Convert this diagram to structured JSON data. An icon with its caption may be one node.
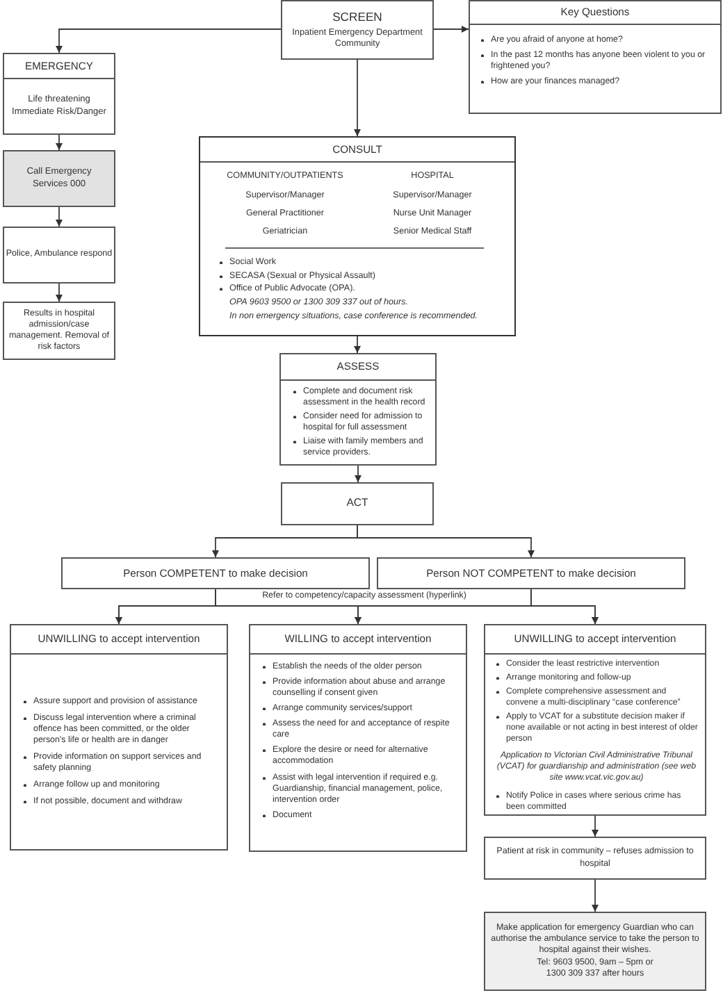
{
  "diagram": {
    "nodes": [
      {
        "text": [
          "SCREEN",
          "Inpatient Emergency Department Community"
        ]
      },
      {
        "text": [
          "Key Questions",
          "Are you afraid of anyone at home?",
          "In the past 12 months has anyone been violent to you or frightened you?",
          "How are your finances managed?"
        ]
      },
      {
        "text": [
          "EMERGENCY",
          "Life threatening Immediate Risk/Danger"
        ]
      },
      {
        "text": [
          "Call Emergency Services 000"
        ]
      },
      {
        "text": [
          "Police, Ambulance respond"
        ]
      },
      {
        "text": [
          "Results in hospital admission/case management. Removal of risk factors"
        ]
      },
      {
        "text": [
          "CONSULT",
          "COMMUNITY/OUTPATIENTS",
          "HOSPITAL",
          "Supervisor/Manager",
          "Supervisor/Manager",
          "General Practitioner",
          "Nurse Unit Manager",
          "Geriatrician",
          "Senior Medical Staff",
          "Social Work",
          "SECASA (Sexual or Physical Assault)",
          "Office of Public Advocate (OPA).",
          "OPA 9603 9500 or 1300 309 337 out of hours.",
          "In non emergency situations, case conference is recommended."
        ]
      },
      {
        "text": [
          "ASSESS",
          "Complete and document risk assessment in the health record",
          "Consider need for admission to hospital for full assessment",
          "Liaise with family members and service providers."
        ]
      },
      {
        "text": [
          "ACT"
        ]
      },
      {
        "text": [
          "Person COMPETENT to make decision"
        ]
      },
      {
        "text": [
          "Person NOT COMPETENT to make decision"
        ]
      },
      {
        "text": [
          "UNWILLING to accept intervention",
          "Assure support and provision of assistance",
          "Discuss legal intervention where a criminal offence has been committed, or the older person’s life or health are in danger",
          "Provide information on support services and safety planning",
          "Arrange follow up and monitoring",
          "If not possible, document and withdraw"
        ]
      },
      {
        "text": [
          "WILLING to accept intervention",
          "Establish the needs of the older person",
          "Provide information about abuse and arrange counselling if consent given",
          "Arrange community services/support",
          "Assess the need for and acceptance of respite care",
          "Explore the desire or need for alternative accommodation",
          "Assist with legal intervention if required e.g. Guardianship, financial management, police, intervention order",
          "Document"
        ]
      },
      {
        "text": [
          "UNWILLING to accept intervention",
          "Consider the least restrictive intervention",
          "Arrange monitoring and follow-up",
          "Complete comprehensive assessment and convene a multi-disciplinary “case conference”",
          "Apply to VCAT for a substitute decision maker if none available or not acting in best interest of older person",
          "Application to Victorian Civil Administrative Tribunal (VCAT) for guardianship and administration (see web site www.vcat.vic.gov.au)",
          "Notify Police in cases where serious crime has been committed"
        ]
      },
      {
        "text": [
          "Patient at risk in community – refuses admission to hospital"
        ]
      },
      {
        "text": [
          "Make application for emergency Guardian who can authorise the ambulance service to take the person to hospital against their wishes.",
          "Tel: 9603 9500, 9am – 5pm or 1300 309 337 after hours"
        ]
      }
    ],
    "edges": [
      {
        "from": 0,
        "to": 2,
        "arrow": "to"
      },
      {
        "from": 0,
        "to": 1,
        "arrow": "to"
      },
      {
        "from": 0,
        "to": 6,
        "arrow": "to"
      },
      {
        "from": 2,
        "to": 3,
        "arrow": "to"
      },
      {
        "from": 3,
        "to": 4,
        "arrow": "to"
      },
      {
        "from": 4,
        "to": 5,
        "arrow": "to"
      },
      {
        "from": 6,
        "to": 7,
        "arrow": "to"
      },
      {
        "from": 7,
        "to": 8,
        "arrow": "to"
      },
      {
        "from": 8,
        "to": 9,
        "arrow": "to"
      },
      {
        "from": 8,
        "to": 10,
        "arrow": "to"
      },
      {
        "from": 9,
        "to": 11,
        "arrow": "to"
      },
      {
        "from": 9,
        "to": 12,
        "arrow": "to"
      },
      {
        "from": 9,
        "to": 13,
        "arrow": "to"
      },
      {
        "from": 10,
        "to": 11,
        "arrow": "to"
      },
      {
        "from": 10,
        "to": 12,
        "arrow": "to"
      },
      {
        "from": 10,
        "to": 13,
        "arrow": "to"
      },
      {
        "from": 13,
        "to": 14,
        "arrow": "to"
      },
      {
        "from": 14,
        "to": 15,
        "arrow": "to"
      }
    ],
    "labels": [
      "Refer to competency/capacity assessment (hyperlink)"
    ]
  }
}
